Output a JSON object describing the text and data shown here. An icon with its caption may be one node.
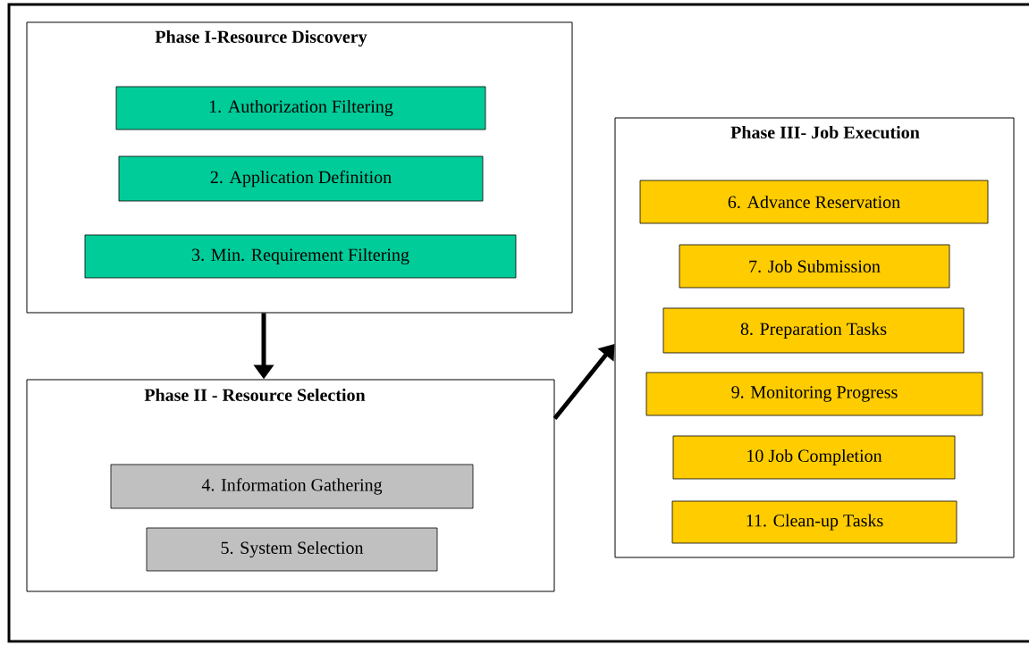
{
  "diagram": {
    "nodes": [
      {
        "text": [
          "Phase I-Resource Discovery"
        ]
      },
      {
        "text": [
          "1. Authorization Filtering"
        ],
        "in": 0
      },
      {
        "text": [
          "2. Application Definition"
        ],
        "in": 0
      },
      {
        "text": [
          "3. Min. Requirement Filtering"
        ],
        "in": 0
      },
      {
        "text": [
          "Phase II - Resource Selection"
        ]
      },
      {
        "text": [
          "4. Information Gathering"
        ],
        "in": 4
      },
      {
        "text": [
          "5. System Selection"
        ],
        "in": 4
      },
      {
        "text": [
          "Phase III- Job Execution"
        ]
      },
      {
        "text": [
          "6. Advance Reservation"
        ],
        "in": 7
      },
      {
        "text": [
          "7. Job Submission"
        ],
        "in": 7
      },
      {
        "text": [
          "8. Preparation Tasks"
        ],
        "in": 7
      },
      {
        "text": [
          "9. Monitoring Progress"
        ],
        "in": 7
      },
      {
        "text": [
          "10 Job Completion"
        ],
        "in": 7
      },
      {
        "text": [
          "11. Clean-up Tasks"
        ],
        "in": 7
      }
    ],
    "edges": [
      {
        "from": 0,
        "to": 4,
        "arrow": "to"
      },
      {
        "from": 4,
        "to": 7,
        "arrow": "to"
      }
    ]
  }
}
